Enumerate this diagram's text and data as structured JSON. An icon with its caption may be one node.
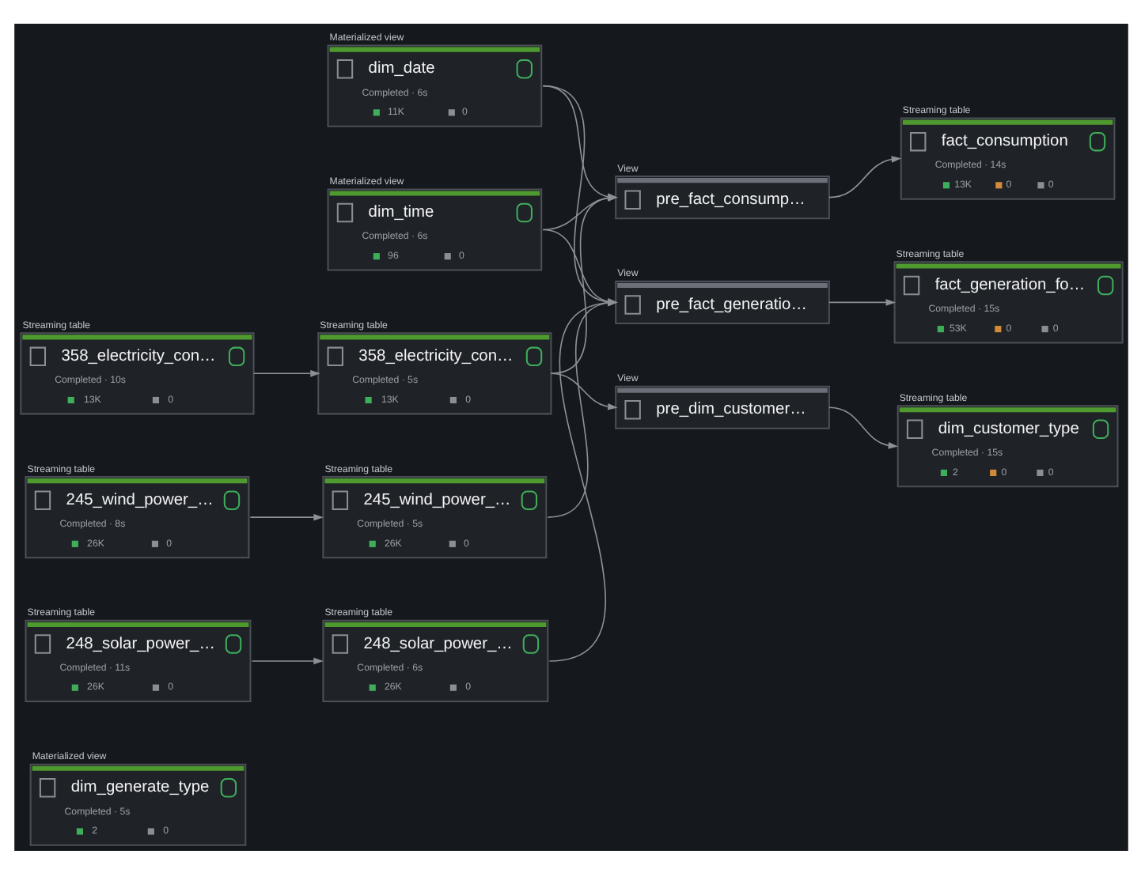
{
  "diagram": {
    "nodes": [
      {
        "text": [
          "Streaming table",
          "358_electricity_con…",
          "Completed · 10s",
          "13K",
          "0"
        ]
      },
      {
        "text": [
          "Streaming table",
          "245_wind_power_…",
          "Completed · 8s",
          "26K",
          "0"
        ]
      },
      {
        "text": [
          "Streaming table",
          "248_solar_power_…",
          "Completed · 11s",
          "26K",
          "0"
        ]
      },
      {
        "text": [
          "Materialized view",
          "dim_generate_type",
          "Completed · 5s",
          "2",
          "0"
        ]
      },
      {
        "text": [
          "Materialized view",
          "dim_date",
          "Completed · 6s",
          "11K",
          "0"
        ]
      },
      {
        "text": [
          "Materialized view",
          "dim_time",
          "Completed · 6s",
          "96",
          "0"
        ]
      },
      {
        "text": [
          "Streaming table",
          "358_electricity_con…",
          "Completed · 5s",
          "13K",
          "0"
        ]
      },
      {
        "text": [
          "Streaming table",
          "245_wind_power_…",
          "Completed · 5s",
          "26K",
          "0"
        ]
      },
      {
        "text": [
          "Streaming table",
          "248_solar_power_…",
          "Completed · 6s",
          "26K",
          "0"
        ]
      },
      {
        "text": [
          "View",
          "pre_fact_consump…"
        ]
      },
      {
        "text": [
          "View",
          "pre_fact_generatio…"
        ]
      },
      {
        "text": [
          "View",
          "pre_dim_customer…"
        ]
      },
      {
        "text": [
          "Streaming table",
          "fact_consumption",
          "Completed · 14s",
          "13K",
          "0",
          "0"
        ]
      },
      {
        "text": [
          "Streaming table",
          "fact_generation_fo…",
          "Completed · 15s",
          "53K",
          "0",
          "0"
        ]
      },
      {
        "text": [
          "Streaming table",
          "dim_customer_type",
          "Completed · 15s",
          "2",
          "0",
          "0"
        ]
      }
    ],
    "edges": [
      {
        "from": 0,
        "to": 6,
        "arrow": "to"
      },
      {
        "from": 1,
        "to": 7,
        "arrow": "to"
      },
      {
        "from": 2,
        "to": 8,
        "arrow": "to"
      },
      {
        "from": 4,
        "to": 9,
        "arrow": "to"
      },
      {
        "from": 4,
        "to": 10,
        "arrow": "to"
      },
      {
        "from": 5,
        "to": 9,
        "arrow": "to"
      },
      {
        "from": 5,
        "to": 10,
        "arrow": "to"
      },
      {
        "from": 6,
        "to": 9,
        "arrow": "to"
      },
      {
        "from": 6,
        "to": 11,
        "arrow": "to"
      },
      {
        "from": 7,
        "to": 10,
        "arrow": "to"
      },
      {
        "from": 8,
        "to": 10,
        "arrow": "to"
      },
      {
        "from": 9,
        "to": 12,
        "arrow": "to"
      },
      {
        "from": 10,
        "to": 13,
        "arrow": "to"
      },
      {
        "from": 11,
        "to": 14,
        "arrow": "to"
      }
    ]
  }
}
